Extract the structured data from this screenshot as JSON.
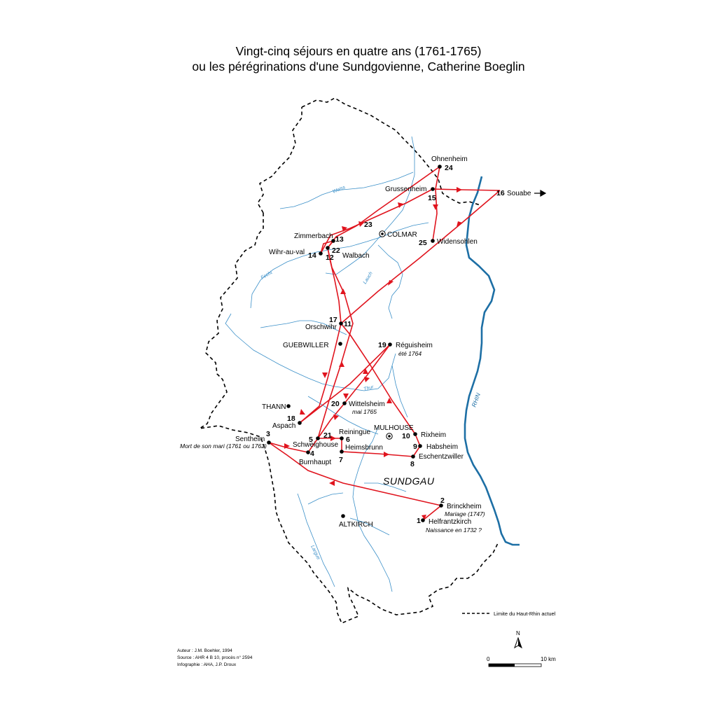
{
  "title": {
    "line1": "Vingt-cinq séjours en quatre ans (1761-1765)",
    "line2": "ou les pérégrinations d'une Sundgovienne, Catherine Boeglin"
  },
  "colors": {
    "route": "#e0141e",
    "river": "#3a8fc8",
    "rhine": "#1d6fa5",
    "border": "#000000"
  },
  "places": [
    {
      "id": "ohnenheim",
      "label": "Ohnenheim",
      "num": "24"
    },
    {
      "id": "grussenheim",
      "label": "Grussenheim",
      "num": "15"
    },
    {
      "id": "souabe",
      "label": "Souabe",
      "num": "16"
    },
    {
      "id": "zimmerbach",
      "label": "Zimmerbach",
      "num": "13"
    },
    {
      "id": "colmar",
      "label": "COLMAR",
      "num": "23"
    },
    {
      "id": "widensohlen",
      "label": "Widensohlen",
      "num": "25"
    },
    {
      "id": "wihr",
      "label": "Wihr-au-val",
      "num": "14"
    },
    {
      "id": "walbach",
      "label": "Walbach",
      "num": "22"
    },
    {
      "id": "walbach12",
      "label": "",
      "num": "12"
    },
    {
      "id": "orschwihr",
      "label": "Orschwihr",
      "num": "17"
    },
    {
      "id": "orschwihr11",
      "label": "",
      "num": "11"
    },
    {
      "id": "guebwiller",
      "label": "GUEBWILLER",
      "num": ""
    },
    {
      "id": "reguisheim",
      "label": "Réguisheim",
      "num": "19",
      "note": "été 1764"
    },
    {
      "id": "thann",
      "label": "THANN",
      "num": ""
    },
    {
      "id": "wittelsheim",
      "label": "Wittelsheim",
      "num": "20",
      "note": "mai 1765"
    },
    {
      "id": "aspach",
      "label": "Aspach",
      "num": "18"
    },
    {
      "id": "sentheim",
      "label": "Sentheim",
      "num": "3",
      "note": "Mort de son mari (1761 ou 1762)"
    },
    {
      "id": "schweighouse",
      "label": "Schweighouse",
      "num": "5"
    },
    {
      "id": "schweighouse21",
      "label": "",
      "num": "21"
    },
    {
      "id": "burnhaupt",
      "label": "Burnhaupt",
      "num": "4"
    },
    {
      "id": "reiningue",
      "label": "Reiningue",
      "num": "6"
    },
    {
      "id": "heimsbrunn",
      "label": "Heimsbrunn",
      "num": "7"
    },
    {
      "id": "mulhouse",
      "label": "MULHOUSE",
      "num": ""
    },
    {
      "id": "rixheim",
      "label": "Rixheim",
      "num": "10"
    },
    {
      "id": "habsheim",
      "label": "Habsheim",
      "num": "9"
    },
    {
      "id": "eschentzwiller",
      "label": "Eschentzwiller",
      "num": "8"
    },
    {
      "id": "brinckheim",
      "label": "Brinckheim",
      "num": "2",
      "note": "Mariage (1747)"
    },
    {
      "id": "helfrantzkirch",
      "label": "Helfrantzkirch",
      "num": "1",
      "note": "Naissance en 1732 ?"
    },
    {
      "id": "altkirch",
      "label": "ALTKIRCH",
      "num": ""
    }
  ],
  "rivers": {
    "weiss": "Weiss",
    "fecht": "Fecht",
    "lauch": "Lauch",
    "thur": "Thur",
    "largue": "Largue",
    "rhin": "RHIN"
  },
  "region": "SUNDGAU",
  "legend": {
    "border": "Limite du Haut-Rhin actuel"
  },
  "credits": {
    "author": "Auteur : J.M. Boehler, 1994",
    "source": "Source : AHR 4 B 10, procès n° 2594",
    "graphics": "Infographie : AHA, J.P. Droux"
  },
  "scale": {
    "north": "N",
    "start": "0",
    "end": "10 km"
  }
}
